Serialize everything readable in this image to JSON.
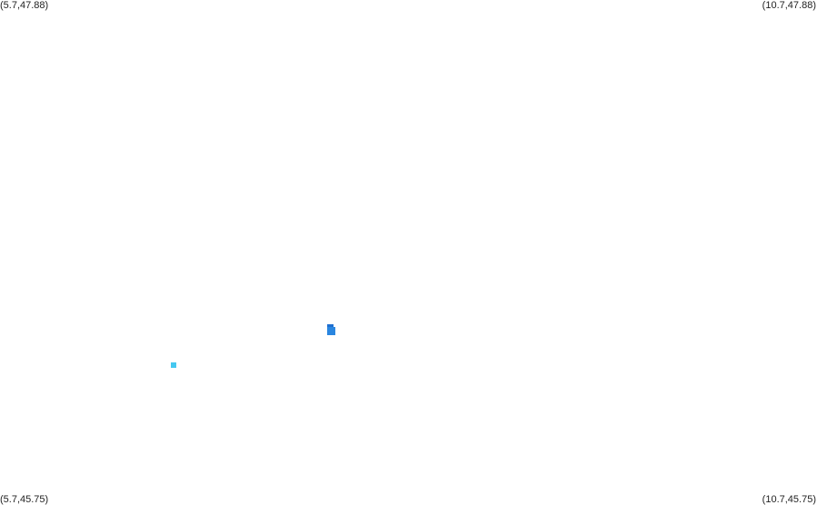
{
  "corners": {
    "top_left": "(5.7,47.88)",
    "top_right": "(10.7,47.88)",
    "bottom_left": "(5.7,45.75)",
    "bottom_right": "(10.7,45.75)"
  },
  "bounds": {
    "lon_min": 5.7,
    "lon_max": 10.7,
    "lat_min": 45.75,
    "lat_max": 47.88
  },
  "markers": [
    {
      "lon": 7.72,
      "lat": 46.49,
      "color": "#1f6fd1"
    },
    {
      "lon": 7.73,
      "lat": 46.475,
      "color": "#2a86e0"
    },
    {
      "lon": 6.76,
      "lat": 46.33,
      "color": "#45c8f0"
    }
  ]
}
